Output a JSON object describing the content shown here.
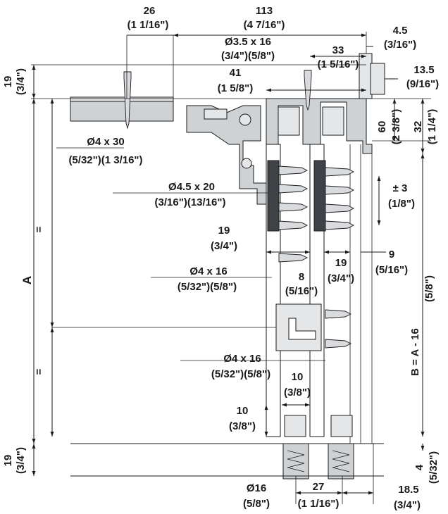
{
  "dimensions": {
    "top_26": [
      "26",
      "(1 1/16\")"
    ],
    "top_113": [
      "113",
      "(4 7/16\")"
    ],
    "screw_3_5x16": [
      "Ø3.5 x 16",
      "(3/4\")(5/8\")"
    ],
    "dim_33": [
      "33",
      "(1 5/16\")"
    ],
    "dim_4_5": [
      "4.5",
      "(3/16\")"
    ],
    "dim_41": [
      "41",
      "(1 5/8\")"
    ],
    "dim_13_5": [
      "13.5",
      "(9/16\")"
    ],
    "left_19_top": [
      "19",
      "(3/4\")"
    ],
    "dim_60": [
      "60",
      "(2 3/8\")"
    ],
    "dim_32": [
      "32",
      "(1 1/4\")"
    ],
    "screw_4x30": [
      "Ø4 x 30",
      "(5/32\")(1 3/16\")"
    ],
    "screw_4_5x20": [
      "Ø4.5 x 20",
      "(3/16\")(13/16\")"
    ],
    "tol_3": [
      "± 3",
      "(1/8\")"
    ],
    "dim_19_mid": [
      "19",
      "(3/4\")"
    ],
    "screw_4x16_a": [
      "Ø4 x 16",
      "(5/32\")(5/8\")"
    ],
    "dim_8": [
      "8",
      "(5/16\")"
    ],
    "dim_19_b": [
      "19",
      "(3/4\")"
    ],
    "dim_9": [
      "9",
      "(5/16\")"
    ],
    "eq_top": "=",
    "eq_bottom": "=",
    "label_A": "A",
    "label_B": "B = A - 16",
    "label_B_in": "(5/8\")",
    "screw_4x16_b": [
      "Ø4 x 16",
      "(5/32\")(5/8\")"
    ],
    "dim_10_top": [
      "10",
      "(3/8\")"
    ],
    "dim_10_left": [
      "10",
      "(3/8\")"
    ],
    "left_19_bottom": [
      "19",
      "(3/4\")"
    ],
    "dim_4": [
      "4",
      "(5/32\")"
    ],
    "dim_16": [
      "Ø16",
      "(5/8\")"
    ],
    "dim_27": [
      "27",
      "(1 1/16\")"
    ],
    "dim_18_5": [
      "18.5",
      "(3/4\")"
    ]
  },
  "colors": {
    "line": "#1a1a1a",
    "part_fill": "#cfd2d5",
    "part_light": "#e4e6e8",
    "dark_part": "#3f4247"
  }
}
